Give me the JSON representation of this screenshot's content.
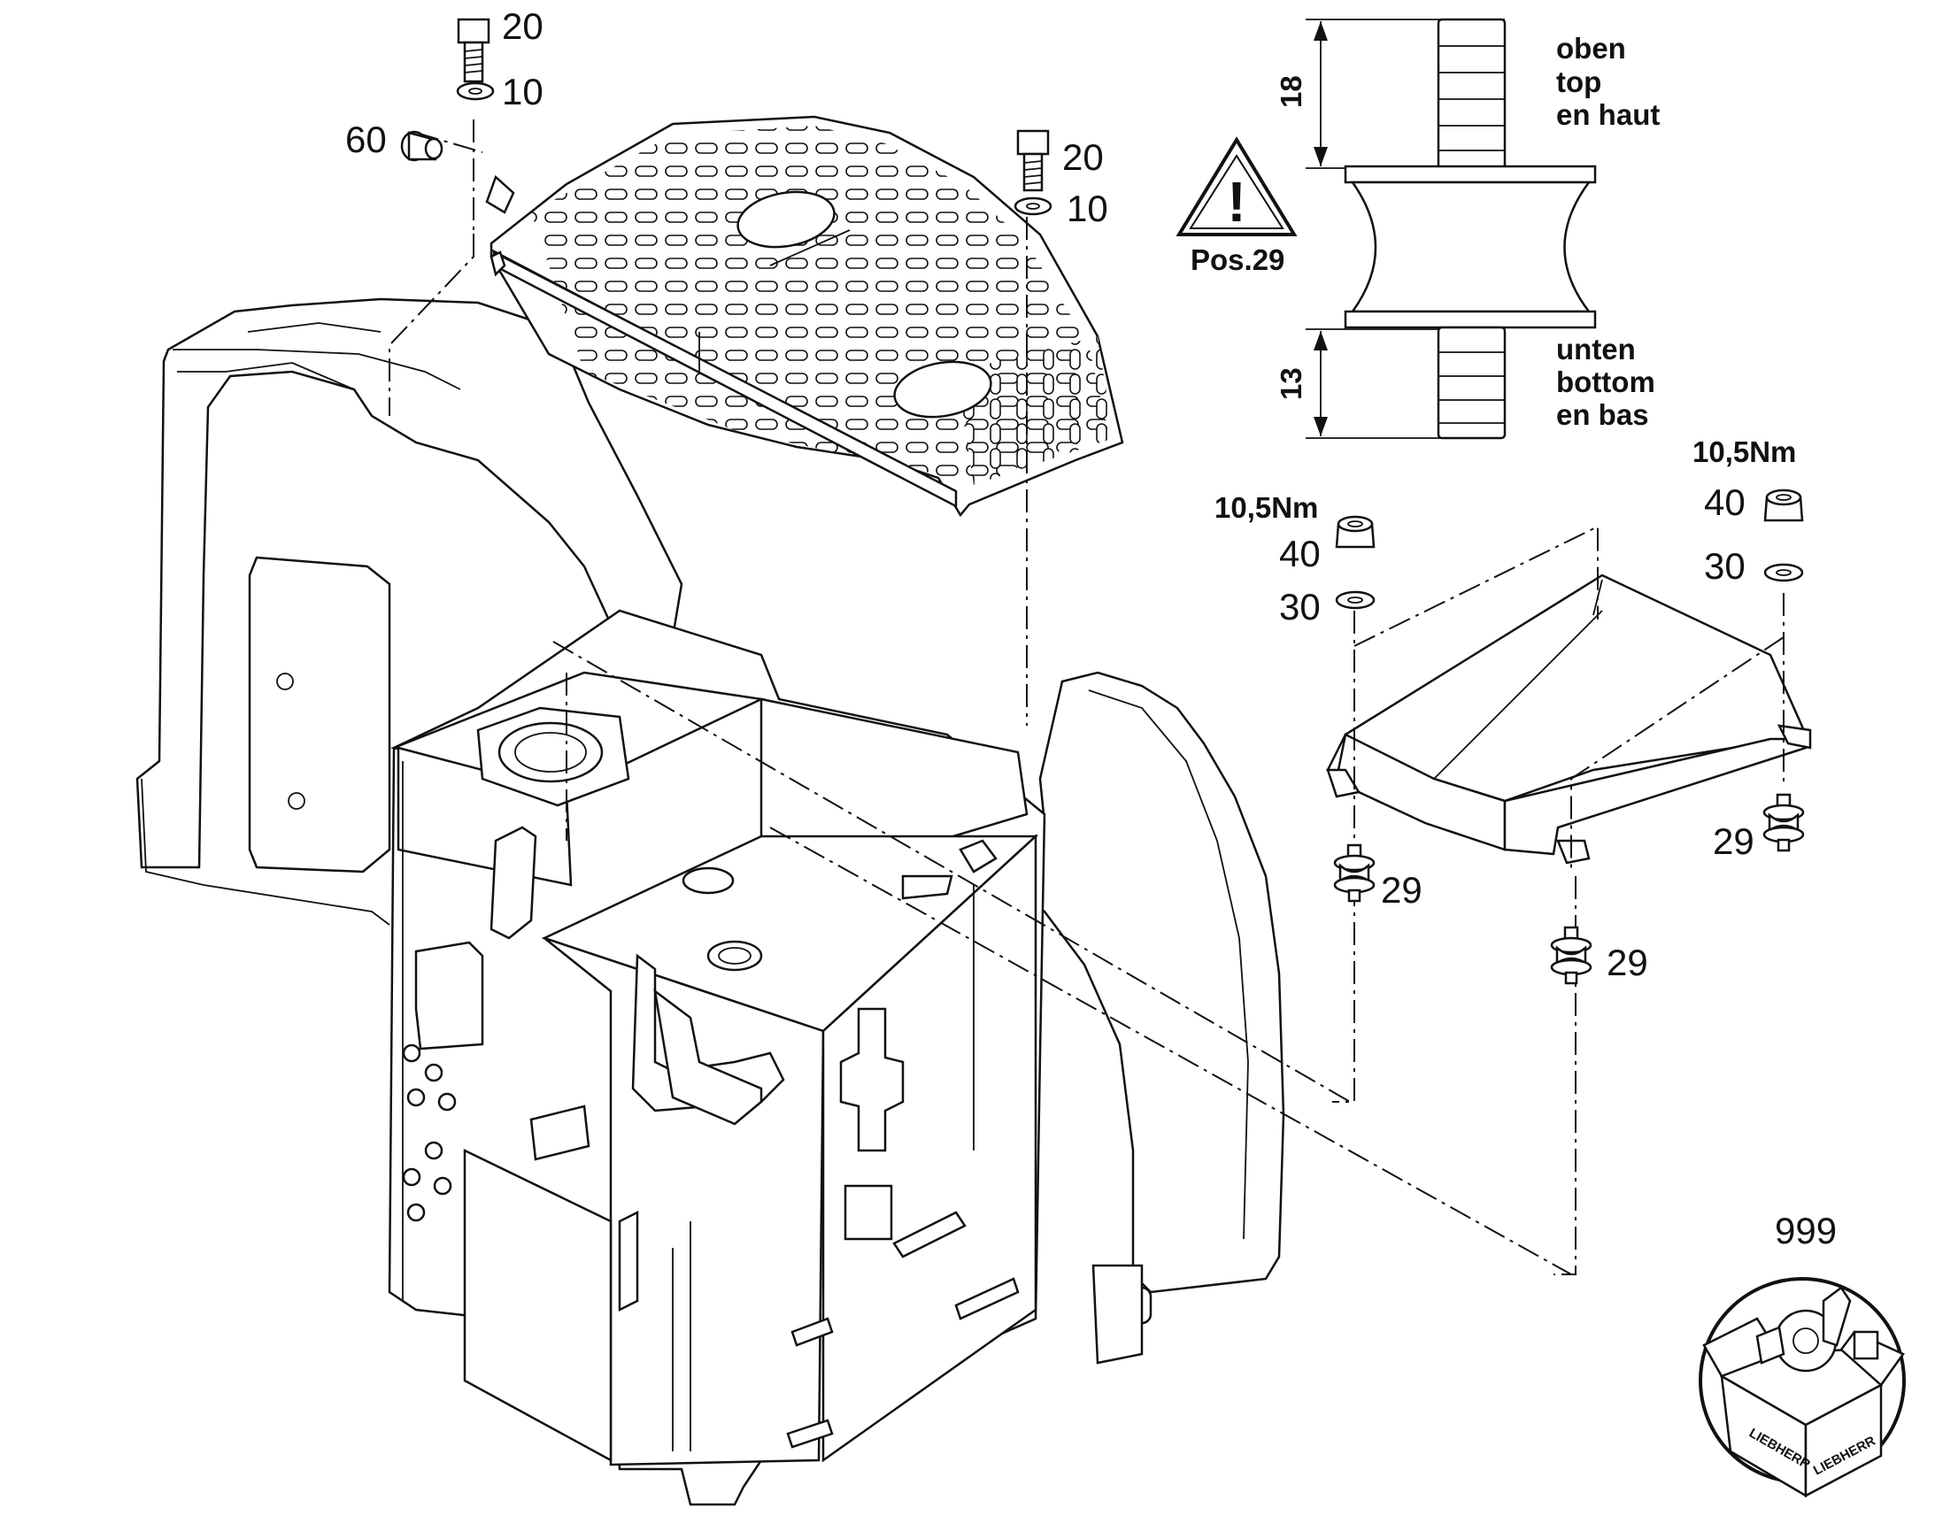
{
  "callouts": {
    "bolt_left": "20",
    "washer_left": "10",
    "plug": "60",
    "bolt_right": "20",
    "washer_right": "10",
    "torque_left": "10,5Nm",
    "nut_left": "40",
    "washer_nut_left": "30",
    "torque_right": "10,5Nm",
    "nut_right": "40",
    "washer_nut_right": "30",
    "mount_left": "29",
    "mount_center": "29",
    "mount_right": "29",
    "kit": "999"
  },
  "detail": {
    "dim_top": "18",
    "dim_bottom": "13",
    "top_labels": [
      "oben",
      "top",
      "en haut"
    ],
    "bottom_labels": [
      "unten",
      "bottom",
      "en bas"
    ],
    "warning_label": "Pos.29",
    "warning_glyph": "!"
  },
  "kit_box": {
    "brand": "LIEBHERR",
    "icon": "spare-parts-box-icon"
  },
  "colors": {
    "line": "#111111",
    "background": "#ffffff"
  }
}
